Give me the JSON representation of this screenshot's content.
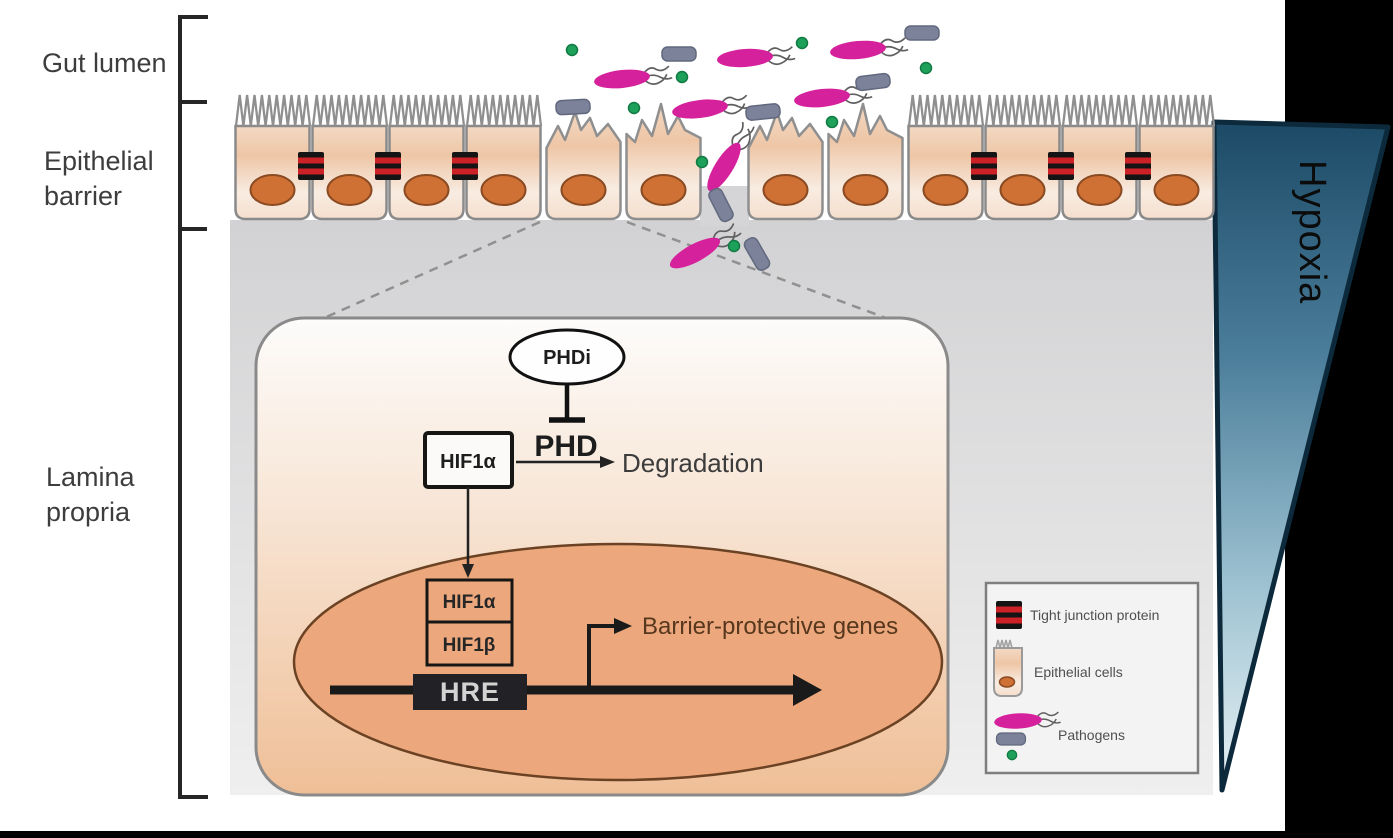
{
  "regions": {
    "gut_lumen": "Gut lumen",
    "epithelial_barrier_line1": "Epithelial",
    "epithelial_barrier_line2": "barrier",
    "lamina_propria_line1": "Lamina",
    "lamina_propria_line2": "propria"
  },
  "gradient_bar": {
    "label": "Hypoxia",
    "top_color": "#1c4a66",
    "bottom_color": "#e8f2f5"
  },
  "pathway": {
    "phdi_label": "PHDi",
    "phd_label": "PHD",
    "hif1a_cytoplasm_label": "HIF1α",
    "degradation_label": "Degradation",
    "hif1a_nuclear_label": "HIF1α",
    "hif1b_nuclear_label": "HIF1β",
    "hre_label": "HRE",
    "target_genes_label": "Barrier-protective genes"
  },
  "legend": {
    "items": [
      {
        "icon": "tight-junction-icon",
        "label": "Tight junction protein"
      },
      {
        "icon": "epithelial-cell-icon",
        "label": "Epithelial cells"
      },
      {
        "icon": "pathogens-icon",
        "label": "Pathogens"
      }
    ]
  },
  "colors": {
    "pathogen_pink": "#d6219c",
    "pathogen_rod_gray": "#7b8299",
    "microbe_green": "#1da05a",
    "tight_junction_red": "#cc2127",
    "tight_junction_black": "#141414",
    "cell_nucleus_orange": "#cf7034",
    "big_nucleus_fill": "#eca87c",
    "hypoxia_dark_blue": "#1c4a66",
    "hypoxia_light_blue": "#e8f2f5",
    "lamina_gray": "#d8d8da"
  }
}
